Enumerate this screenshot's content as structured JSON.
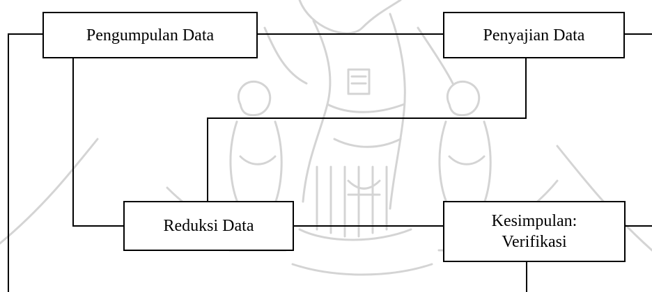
{
  "diagram": {
    "nodes": {
      "pengumpulan": {
        "label": "Pengumpulan Data"
      },
      "penyajian": {
        "label": "Penyajian Data"
      },
      "reduksi": {
        "label": "Reduksi Data"
      },
      "kesimpulan": {
        "line1": "Kesimpulan:",
        "line2": "Verifikasi"
      }
    },
    "edges": [
      {
        "from": "pengumpulan",
        "to": "penyajian"
      },
      {
        "from": "pengumpulan",
        "to": "reduksi"
      },
      {
        "from": "penyajian",
        "to": "reduksi"
      },
      {
        "from": "reduksi",
        "to": "kesimpulan"
      },
      {
        "from": "kesimpulan",
        "to": "pengumpulan"
      }
    ],
    "line_color": "#000000",
    "watermark_color": "#d4d4d4"
  }
}
